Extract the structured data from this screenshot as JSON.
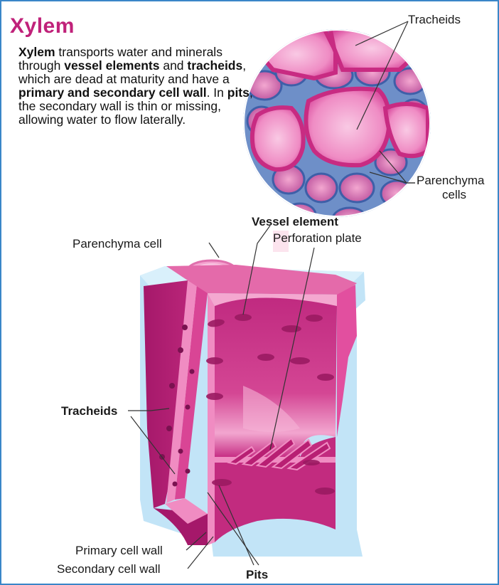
{
  "title": "Xylem",
  "intro": {
    "segments": [
      {
        "text": "Xylem",
        "bold": true
      },
      {
        "text": " transports water and minerals through ",
        "bold": false
      },
      {
        "text": "vessel elements",
        "bold": true
      },
      {
        "text": " and ",
        "bold": false
      },
      {
        "text": "tracheids",
        "bold": true
      },
      {
        "text": ", which are dead at maturity and have a ",
        "bold": false
      },
      {
        "text": "primary and secondary cell wall",
        "bold": true
      },
      {
        "text": ". In ",
        "bold": false
      },
      {
        "text": "pits",
        "bold": true
      },
      {
        "text": ", the secondary wall is thin or missing, allowing water to flow laterally.",
        "bold": false
      }
    ]
  },
  "labels": {
    "micrograph_tracheids": "Tracheids",
    "micrograph_parenchyma_line1": "Parenchyma",
    "micrograph_parenchyma_line2": "cells",
    "vessel_element": "Vessel element",
    "perforation_plate": "Perforation plate",
    "parenchyma_cell": "Parenchyma cell",
    "tracheids": "Tracheids",
    "primary_cell_wall": "Primary cell wall",
    "secondary_cell_wall": "Secondary cell wall",
    "pits": "Pits"
  },
  "colors": {
    "title": "#c0227a",
    "border": "#3a86c8",
    "tissue_dark": "#b01d6e",
    "tissue_mid": "#cc2e86",
    "tissue_light": "#e874b3",
    "wall_pink": "#f08cc2",
    "matrix_blue": "#bfe3f7"
  }
}
